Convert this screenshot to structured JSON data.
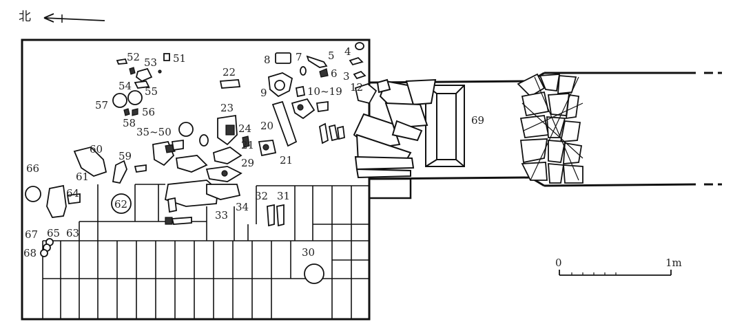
{
  "north": {
    "label": "北"
  },
  "scale_bar": {
    "start": "0",
    "end": "1m"
  },
  "labels": [
    {
      "id": "l52",
      "text": "52"
    },
    {
      "id": "l53",
      "text": "53"
    },
    {
      "id": "l51",
      "text": "51"
    },
    {
      "id": "l8",
      "text": "8"
    },
    {
      "id": "l7",
      "text": "7"
    },
    {
      "id": "l5",
      "text": "5"
    },
    {
      "id": "l4",
      "text": "4"
    },
    {
      "id": "l6",
      "text": "6"
    },
    {
      "id": "l3",
      "text": "3"
    },
    {
      "id": "l22",
      "text": "22"
    },
    {
      "id": "l54",
      "text": "54"
    },
    {
      "id": "l55",
      "text": "55"
    },
    {
      "id": "l9",
      "text": "9"
    },
    {
      "id": "l10_19",
      "text": "10~19"
    },
    {
      "id": "l12",
      "text": "12"
    },
    {
      "id": "l57",
      "text": "57"
    },
    {
      "id": "l56",
      "text": "56"
    },
    {
      "id": "l58",
      "text": "58"
    },
    {
      "id": "l23",
      "text": "23"
    },
    {
      "id": "l20",
      "text": "20"
    },
    {
      "id": "l35_50",
      "text": "35~50"
    },
    {
      "id": "l24",
      "text": "24"
    },
    {
      "id": "l69",
      "text": "69"
    },
    {
      "id": "l60",
      "text": "60"
    },
    {
      "id": "l59",
      "text": "59"
    },
    {
      "id": "l21a",
      "text": "21"
    },
    {
      "id": "l29",
      "text": "29"
    },
    {
      "id": "l21b",
      "text": "21"
    },
    {
      "id": "l66",
      "text": "66"
    },
    {
      "id": "l61",
      "text": "61"
    },
    {
      "id": "l64",
      "text": "64"
    },
    {
      "id": "l62",
      "text": "62"
    },
    {
      "id": "l32",
      "text": "32"
    },
    {
      "id": "l31",
      "text": "31"
    },
    {
      "id": "l34",
      "text": "34"
    },
    {
      "id": "l33",
      "text": "33"
    },
    {
      "id": "l67",
      "text": "67"
    },
    {
      "id": "l65",
      "text": "65"
    },
    {
      "id": "l63",
      "text": "63"
    },
    {
      "id": "l68",
      "text": "68"
    },
    {
      "id": "l30",
      "text": "30"
    }
  ]
}
